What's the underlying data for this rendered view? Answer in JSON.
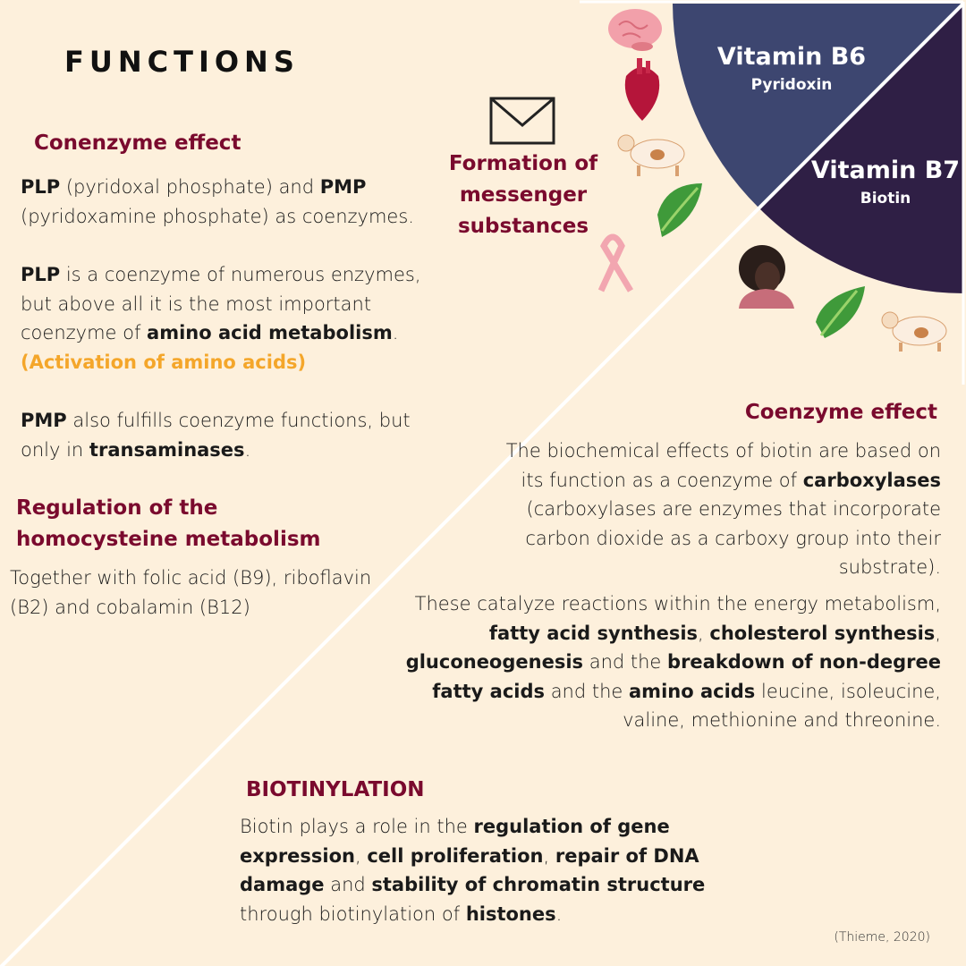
{
  "title": "FUNCTIONS",
  "colors": {
    "background": "#fdf0dc",
    "b6": "#3d4670",
    "b7": "#2f1f45",
    "heading": "#7a0a2e",
    "highlight": "#f4a62a"
  },
  "b6": {
    "name": "Vitamin B6",
    "sub": "Pyridoxin"
  },
  "b7": {
    "name": "Vitamin B7",
    "sub": "Biotin"
  },
  "messenger": {
    "icon": "envelope-icon",
    "lines": [
      "Formation of",
      "messenger",
      "substances"
    ]
  },
  "icons": [
    "brain-icon",
    "heart-icon",
    "cow-icon",
    "leaf-icon",
    "ribbon-icon",
    "woman-icon",
    "leaf-icon",
    "cow-icon"
  ],
  "left": {
    "coenzyme_heading": "Conenzyme effect",
    "p1": [
      {
        "t": "PLP",
        "b": true
      },
      {
        "t": " (pyridoxal phosphate) and "
      },
      {
        "t": "PMP",
        "b": true
      },
      {
        "t": " (pyridoxamine phosphate) as coenzymes."
      }
    ],
    "p2": [
      {
        "t": "PLP",
        "b": true
      },
      {
        "t": " is a coenzyme of numerous enzymes, but above all it is the most important coenzyme of "
      },
      {
        "t": "amino acid metabolism",
        "b": true
      },
      {
        "t": "."
      }
    ],
    "p2_highlight": "(Activation of amino acids)",
    "p3": [
      {
        "t": "PMP",
        "b": true
      },
      {
        "t": " also fulfills coenzyme functions, but only in "
      },
      {
        "t": "transaminases",
        "b": true
      },
      {
        "t": "."
      }
    ],
    "homocysteine_heading_1": "Regulation of the",
    "homocysteine_heading_2": "homocysteine metabolism",
    "p4": [
      {
        "t": "Together with folic acid (B9), riboflavin (B2) and cobalamin (B12)"
      }
    ]
  },
  "right": {
    "coenzyme_heading": "Coenzyme effect",
    "p1": [
      {
        "t": "The biochemical effects of biotin are based on its function as a coenzyme of "
      },
      {
        "t": "carboxylases",
        "b": true
      },
      {
        "t": " (carboxylases are enzymes that incorporate carbon dioxide as a carboxy group into their substrate)."
      }
    ],
    "p2": [
      {
        "t": "These catalyze reactions within the energy metabolism, "
      },
      {
        "t": "fatty acid synthesis",
        "b": true
      },
      {
        "t": ", "
      },
      {
        "t": "cholesterol synthesis",
        "b": true
      },
      {
        "t": ", "
      },
      {
        "t": "gluconeogenesis",
        "b": true
      },
      {
        "t": " and the "
      },
      {
        "t": "breakdown of non-degree fatty acids",
        "b": true
      },
      {
        "t": " and the "
      },
      {
        "t": "amino acids",
        "b": true
      },
      {
        "t": " leucine, isoleucine, valine, methionine and threonine."
      }
    ]
  },
  "biotinylation": {
    "heading": "BIOTINYLATION",
    "p": [
      {
        "t": "Biotin plays a role in the "
      },
      {
        "t": "regulation of gene expression",
        "b": true
      },
      {
        "t": ", "
      },
      {
        "t": "cell proliferation",
        "b": true
      },
      {
        "t": ", "
      },
      {
        "t": "repair of DNA damage",
        "b": true
      },
      {
        "t": " and "
      },
      {
        "t": "stability of chromatin structure",
        "b": true
      },
      {
        "t": " through biotinylation of "
      },
      {
        "t": "histones",
        "b": true
      },
      {
        "t": "."
      }
    ]
  },
  "citation": "(Thieme, 2020)"
}
